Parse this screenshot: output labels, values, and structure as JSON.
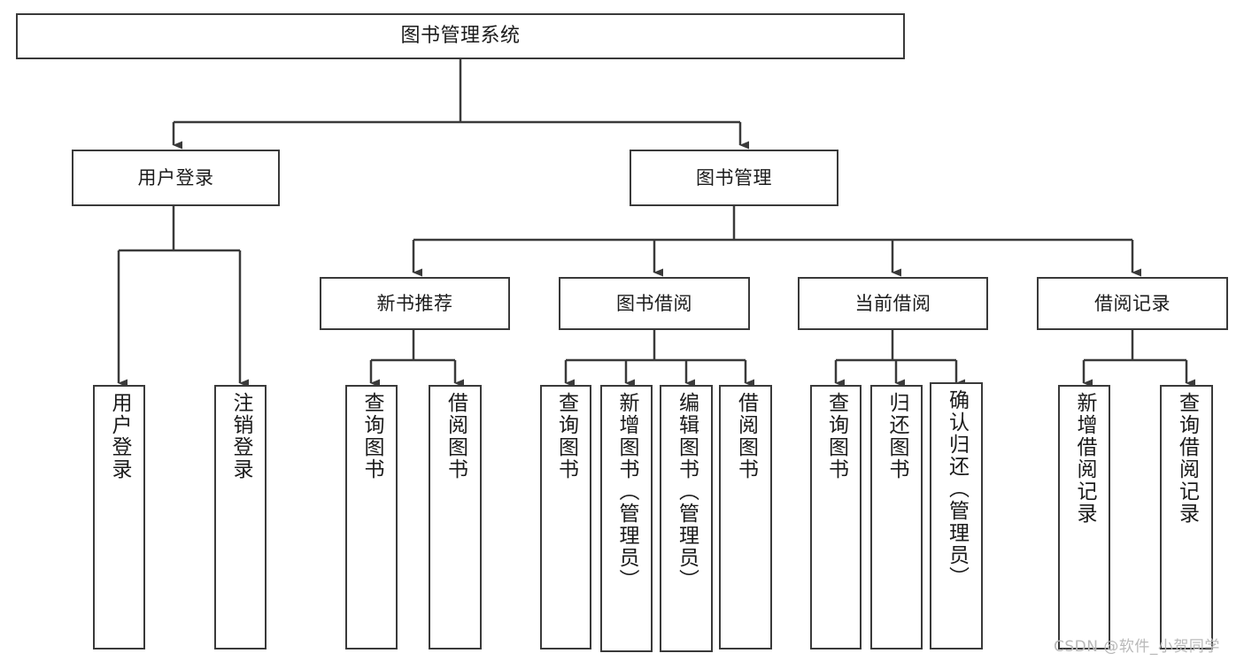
{
  "diagram": {
    "title": "图书管理系统",
    "type": "tree",
    "watermark": "CSDN @软件_小贺同学",
    "colors": {
      "stroke": "#3a3a3a",
      "fill": "#ffffff",
      "text": "#1b1b1b",
      "watermark": "#b9b9b9"
    },
    "nodes": {
      "root": {
        "label": "图书管理系统"
      },
      "level1": [
        {
          "label": "用户登录"
        },
        {
          "label": "图书管理"
        }
      ],
      "level2": [
        {
          "label": "新书推荐"
        },
        {
          "label": "图书借阅"
        },
        {
          "label": "当前借阅"
        },
        {
          "label": "借阅记录"
        }
      ],
      "leaves_user_login": [
        {
          "label": "用户登录"
        },
        {
          "label": "注销登录"
        }
      ],
      "leaves_new_book": [
        {
          "label": "查询图书"
        },
        {
          "label": "借阅图书"
        }
      ],
      "leaves_borrow": [
        {
          "label": "查询图书"
        },
        {
          "label": "新增图书（管理员）"
        },
        {
          "label": "编辑图书（管理员）"
        },
        {
          "label": "借阅图书"
        }
      ],
      "leaves_current": [
        {
          "label": "查询图书"
        },
        {
          "label": "归还图书"
        },
        {
          "label": "确认归还（管理员）"
        }
      ],
      "leaves_record": [
        {
          "label": "新增借阅记录"
        },
        {
          "label": "查询借阅记录"
        }
      ]
    }
  }
}
